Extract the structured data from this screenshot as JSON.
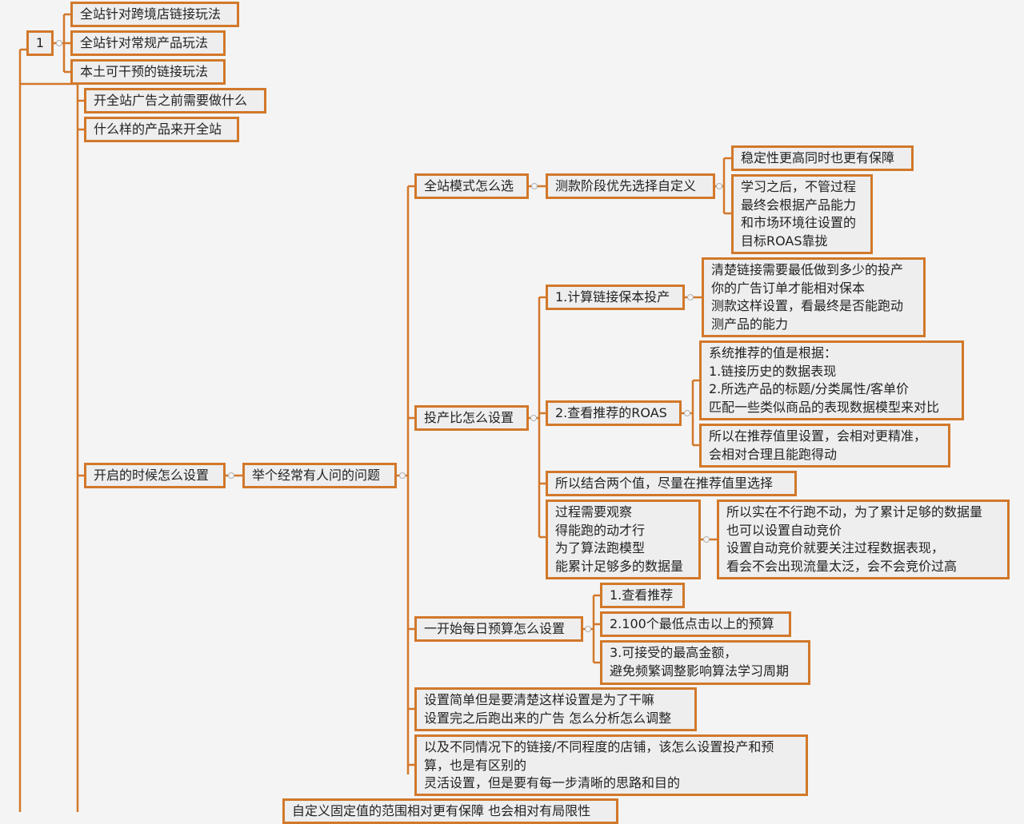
{
  "colors": {
    "border": "#d2782a",
    "line": "#d2782a",
    "node_bg": "#eeeeee",
    "canvas_bg": "#f4f4f4",
    "text": "#222222"
  },
  "mindmap": {
    "root": "1",
    "branch_1": {
      "cross_border": "全站针对跨境店链接玩法",
      "regular_products": "全站针对常规产品玩法",
      "local_intervention": "本土可干预的链接玩法"
    },
    "branch_2": {
      "before_start": "开全站广告之前需要做什么",
      "which_products": "什么样的产品来开全站",
      "how_to_set": "开启的时候怎么设置",
      "common_question": "举个经常有人问的问题",
      "mode_select": {
        "label": "全站模式怎么选",
        "custom_first": "测款阶段优先选择自定义",
        "stable": "稳定性更高同时也更有保障",
        "learning": "学习之后，不管过程\n最终会根据产品能力\n和市场环境往设置的\n目标ROAS靠拢"
      },
      "roas_setting": {
        "label": "投产比怎么设置",
        "calc_breakeven": "1.计算链接保本投产",
        "calc_detail": "清楚链接需要最低做到多少的投产\n你的广告订单才能相对保本\n测款这样设置，看最终是否能跑动\n测产品的能力",
        "check_roas": "2.查看推荐的ROAS",
        "system_basis": "系统推荐的值是根据：\n1.链接历史的数据表现\n2.所选产品的标题/分类属性/客单价\n匹配一些类似商品的表现数据模型来对比",
        "recommend_precise": "所以在推荐值里设置，会相对更精准，\n会相对合理且能跑得动",
        "combine": "所以结合两个值，尽量在推荐值里选择",
        "observe": "过程需要观察\n得能跑的动才行\n为了算法跑模型\n能累计足够多的数据量",
        "auto_bid": "所以实在不行跑不动，为了累计足够的数据量\n也可以设置自动竞价\n设置自动竞价就要关注过程数据表现，\n看会不会出现流量太泛，会不会竞价过高"
      },
      "budget": {
        "label": "一开始每日预算怎么设置",
        "check_recommend": "1.查看推荐",
        "min_clicks": "2.100个最低点击以上的预算",
        "max_amount": "3.可接受的最高金额，\n避免频繁调整影响算法学习周期"
      },
      "simple_setting": "设置简单但是要清楚这样设置是为了干嘛\n设置完之后跑出来的广告 怎么分析怎么调整",
      "flexible": "以及不同情况下的链接/不同程度的店铺，该怎么设置投产和预\n算，也是有区别的\n灵活设置，但是要有每一步清晰的思路和目的",
      "custom_range": "自定义固定值的范围相对更有保障 也会相对有局限性"
    }
  }
}
